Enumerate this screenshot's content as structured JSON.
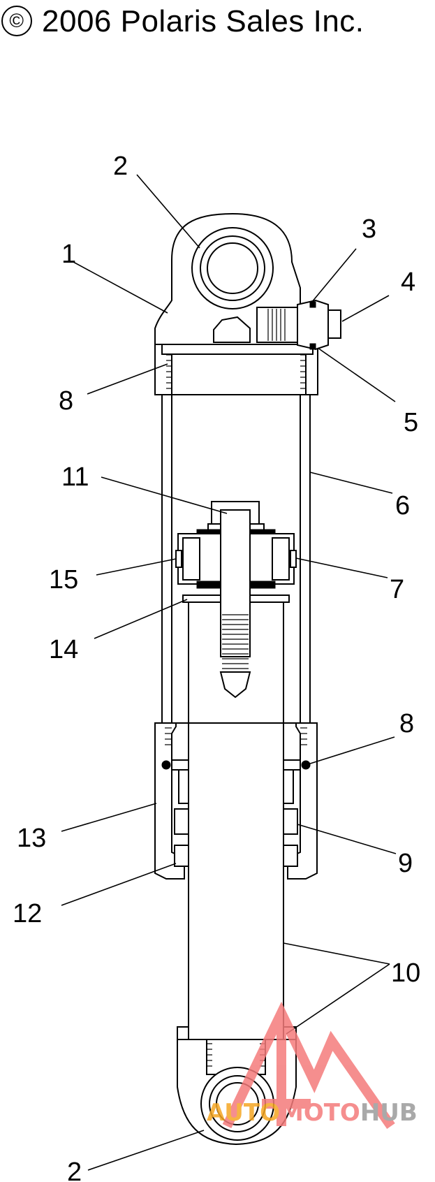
{
  "copyright": {
    "symbol": "©",
    "text": "2006 Polaris Sales Inc."
  },
  "callouts": [
    "1",
    "2",
    "2",
    "3",
    "4",
    "5",
    "6",
    "7",
    "8",
    "8",
    "9",
    "10",
    "11",
    "12",
    "13",
    "14",
    "15"
  ],
  "watermark": {
    "word_part1": "AUTO",
    "word_part2": "MOTO",
    "word_part3": "HUB",
    "colors": {
      "logo": "#f47b7b",
      "auto": "#f5a623",
      "moto": "#f47b7b",
      "hub": "#9b9b9b"
    }
  }
}
